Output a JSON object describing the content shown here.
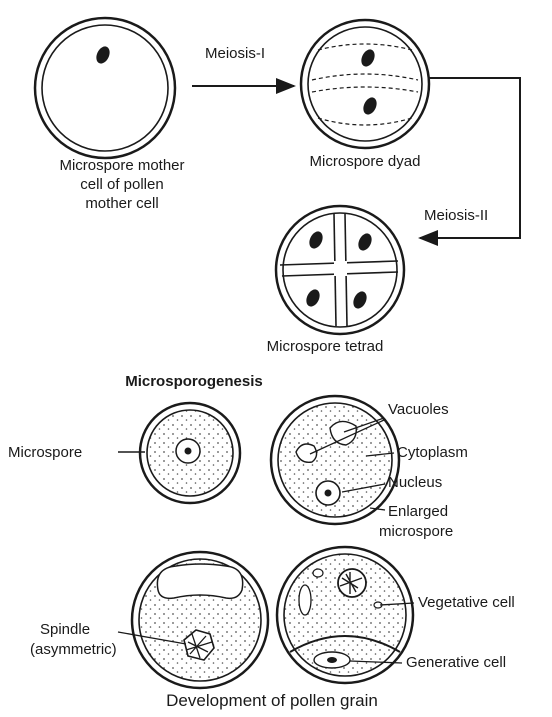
{
  "stage1": {
    "mother_cell_label": [
      "Microspore mother",
      "cell of pollen",
      "mother cell"
    ],
    "arrow1_label": "Meiosis-I",
    "dyad_label": "Microspore dyad",
    "arrow2_label": "Meiosis-II",
    "tetrad_label": "Microspore tetrad",
    "section_title": "Microsporogenesis"
  },
  "stage2": {
    "microspore_label": "Microspore",
    "vacuoles_label": "Vacuoles",
    "cytoplasm_label": "Cytoplasm",
    "nucleus_label": "Nucleus",
    "enlarged_label": [
      "Enlarged",
      "microspore"
    ],
    "spindle_label": [
      "Spindle",
      "(asymmetric)"
    ],
    "vegetative_label": "Vegetative cell",
    "generative_label": "Generative cell",
    "section_title": "Development of pollen grain"
  },
  "colors": {
    "ink": "#1a1a1a",
    "background": "#ffffff",
    "stipple": "#555555"
  }
}
